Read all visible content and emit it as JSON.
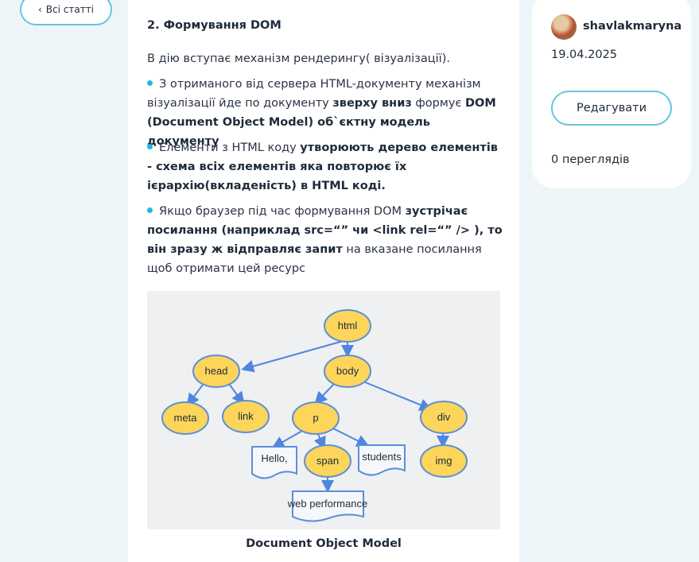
{
  "nav": {
    "back_label": "Всі статті"
  },
  "article": {
    "heading": "2. Формування DOM",
    "intro": "В дію вступає механізм рендерингу( візуалізації).",
    "bullets": [
      {
        "t1": "З отриманого від сервера HTML-документу механізм візуалізації йде по документу ",
        "b1": "зверху вниз",
        "t2": " формує ",
        "b2": "DOM (Document Object Model) об`єктну модель документу",
        "t3": ""
      },
      {
        "t1": "Елементи з HTML коду ",
        "b1": "утворюють дерево елементів - схема всіх елементів яка повторює їх ієрархію(вкладеність) в HTML коді.",
        "t2": "",
        "b2": "",
        "t3": ""
      },
      {
        "t1": "Якщо браузер під час формування DOM ",
        "b1": "зустрічає посилання (наприклад src=“” чи <link rel=“” /> ), то він зразу ж відправляє запит",
        "t2": " на вказане посилання щоб отримати цей ресурс",
        "b2": "",
        "t3": ""
      }
    ],
    "diagram": {
      "nodes": {
        "html": "html",
        "head": "head",
        "body": "body",
        "meta": "meta",
        "link": "link",
        "p": "p",
        "div": "div",
        "hello": "Hello,",
        "span": "span",
        "students": "students",
        "img": "img",
        "webperf": "web performance"
      },
      "colors": {
        "node_fill": "#fcd55a",
        "node_stroke": "#5b8fd8",
        "edge": "#4f86de"
      }
    },
    "caption": "Document Object Model"
  },
  "sidebar": {
    "username": "shavlakmaryna",
    "date": "19.04.2025",
    "edit_label": "Редагувати",
    "views": "0 переглядів"
  },
  "colors": {
    "accent": "#66c5e0",
    "bullet": "#22b6e4",
    "background": "#eef5f8"
  }
}
